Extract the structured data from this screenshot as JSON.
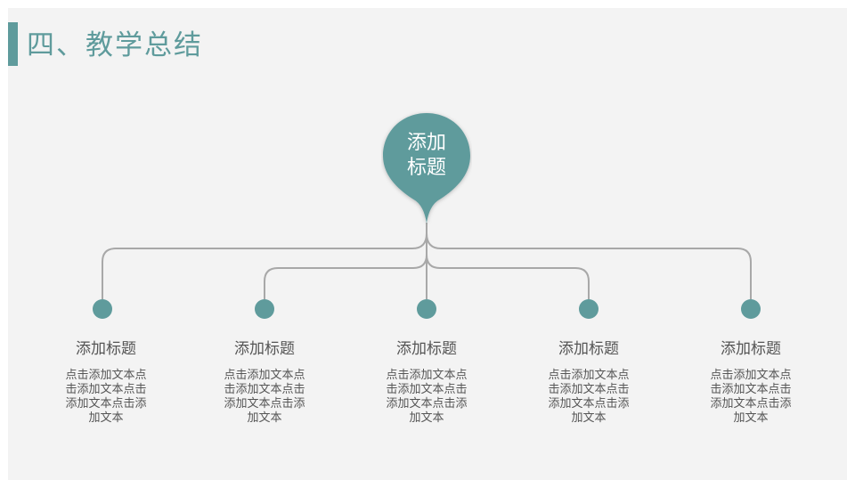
{
  "header": {
    "title": "四、教学总结"
  },
  "hub": {
    "label": "添加\n标题",
    "color": "#5f9b9c"
  },
  "nodes": [
    {
      "title": "添加标题",
      "body": "点击添加文本点击添加文本点击添加文本点击添加文本"
    },
    {
      "title": "添加标题",
      "body": "点击添加文本点击添加文本点击添加文本点击添加文本"
    },
    {
      "title": "添加标题",
      "body": "点击添加文本点击添加文本点击添加文本点击添加文本"
    },
    {
      "title": "添加标题",
      "body": "点击添加文本点击添加文本点击添加文本点击添加文本"
    },
    {
      "title": "添加标题",
      "body": "点击添加文本点击添加文本点击添加文本点击添加文本"
    }
  ],
  "colors": {
    "accent": "#5f9b9c",
    "line": "#a8a8a8",
    "text": "#555555",
    "background": "#f3f3f3"
  }
}
